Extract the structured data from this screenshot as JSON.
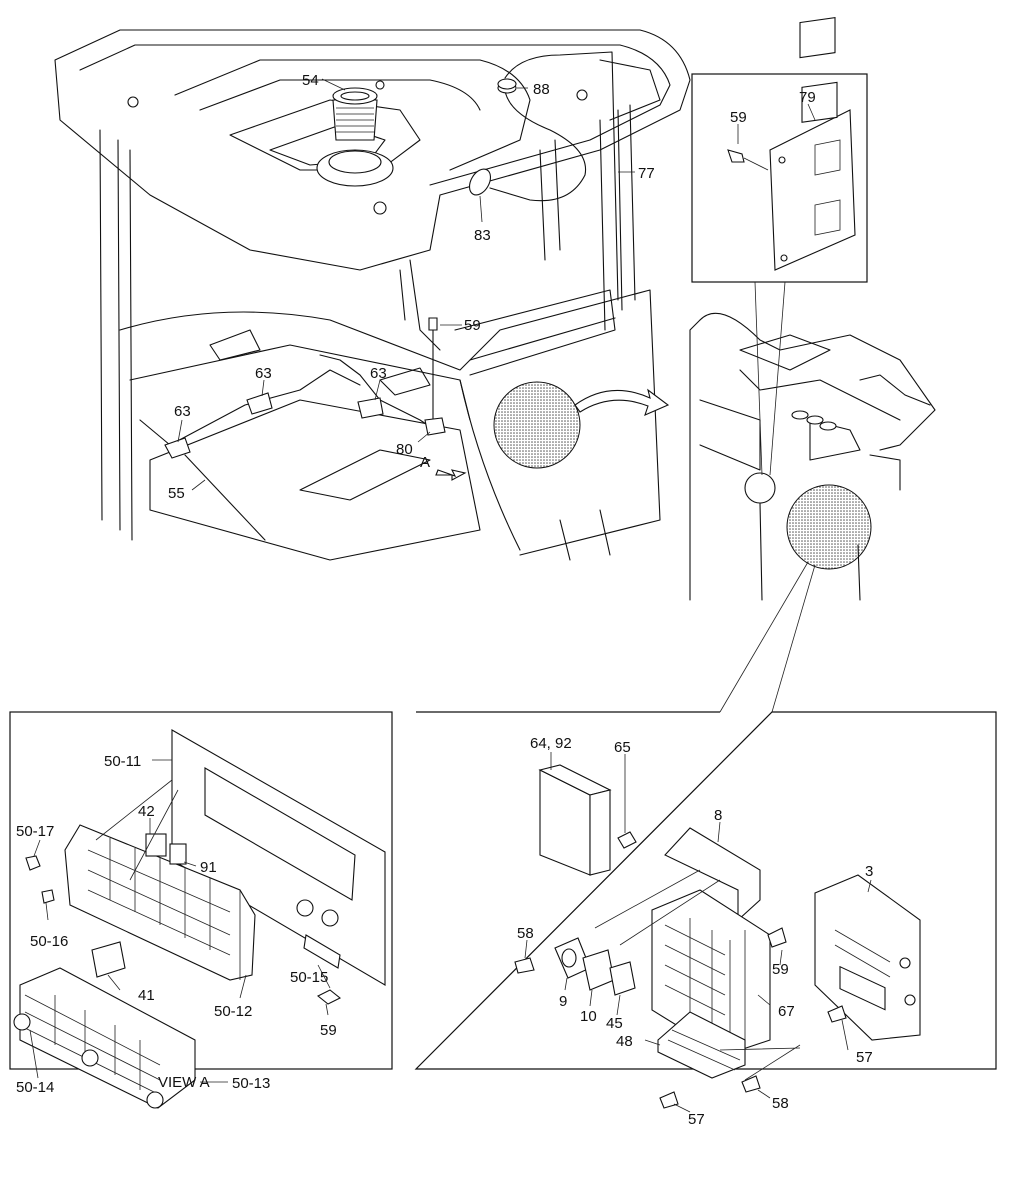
{
  "labels": {
    "p54": "54",
    "p88": "88",
    "p77": "77",
    "p83": "83",
    "p79": "79",
    "p59_inset": "59",
    "p59_cab": "59",
    "p63_a": "63",
    "p63_b": "63",
    "p63_c": "63",
    "p80": "80",
    "arrow_a": "A",
    "p55": "55",
    "p50_11": "50-11",
    "p42": "42",
    "p91": "91",
    "p50_17": "50-17",
    "p50_16": "50-16",
    "p41": "41",
    "p50_12": "50-12",
    "p50_15": "50-15",
    "p59_viewa": "59",
    "p50_14": "50-14",
    "p50_13": "50-13",
    "p64_92": "64, 92",
    "p65": "65",
    "p8": "8",
    "p3": "3",
    "p58_a": "58",
    "p59_right": "59",
    "p9": "9",
    "p10": "10",
    "p45": "45",
    "p67": "67",
    "p48": "48",
    "p57_a": "57",
    "p57_b": "57",
    "p58_b": "58"
  },
  "caption": "VIEW A"
}
